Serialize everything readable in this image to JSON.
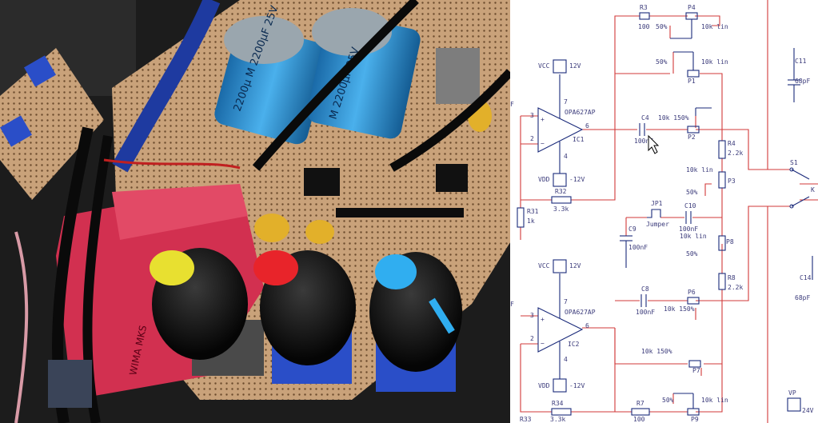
{
  "photo": {
    "capacitor_print_1": "2200µ M 2200µF 25V",
    "capacitor_print_2": "M 2200µF 25V",
    "film_cap_print": "WIMA MKS"
  },
  "schematic": {
    "opamp1": {
      "model": "OPA627AP",
      "ref": "IC1",
      "pin_in_plus": "3",
      "pin_in_minus": "2",
      "pin_out": "6",
      "pin_vcc": "7",
      "pin_vdd": "4"
    },
    "opamp2": {
      "model": "OPA627AP",
      "ref": "IC2",
      "pin_in_plus": "3",
      "pin_in_minus": "2",
      "pin_out": "6",
      "pin_vcc": "7",
      "pin_vdd": "4"
    },
    "vcc1": {
      "name": "VCC",
      "value": "12V"
    },
    "vdd1": {
      "name": "VDD",
      "value": "-12V"
    },
    "vcc2": {
      "name": "VCC",
      "value": "12V"
    },
    "vdd2": {
      "name": "VDD",
      "value": "-12V"
    },
    "vp": {
      "name": "VP",
      "value": "24V"
    },
    "r3": {
      "ref": "R3",
      "value": "100",
      "extra": "50%"
    },
    "p4": {
      "ref": "P4",
      "value": "10k lin"
    },
    "p1": {
      "ref": "P1",
      "value": "10k lin",
      "pct": "50%"
    },
    "c4": {
      "ref": "C4",
      "value": "100nF"
    },
    "p2": {
      "ref": "P2",
      "value": "10k 150%"
    },
    "r4": {
      "ref": "R4",
      "value": "2.2k"
    },
    "p3": {
      "ref": "P3",
      "value": "10k lin",
      "pct": "50%"
    },
    "r32": {
      "ref": "R32",
      "value": "3.3k"
    },
    "r31": {
      "ref": "R31",
      "value": "1k"
    },
    "jp1": {
      "ref": "JP1",
      "value": "Jumper"
    },
    "c10": {
      "ref": "C10",
      "value": "100nF"
    },
    "c9": {
      "ref": "C9",
      "value": "100nF"
    },
    "p8": {
      "ref": "P8",
      "value": "10k lin",
      "pct": "50%"
    },
    "r8": {
      "ref": "R8",
      "value": "2.2k"
    },
    "c8": {
      "ref": "C8",
      "value": "100nF"
    },
    "p6": {
      "ref": "P6",
      "value": "10k 150%"
    },
    "p7": {
      "ref": "P7",
      "value": "10k 150%"
    },
    "r34": {
      "ref": "R34",
      "value": "3.3k"
    },
    "r33": {
      "ref": "R33"
    },
    "r7": {
      "ref": "R7",
      "value": "100"
    },
    "p9": {
      "ref": "P9",
      "value": "10k lin",
      "pct": "50%"
    },
    "c11": {
      "ref": "C11",
      "value": "68pF"
    },
    "c14": {
      "ref": "C14",
      "value": "68pF"
    },
    "s1": {
      "ref": "S1"
    },
    "k": {
      "ref": "K"
    },
    "input_tag": "F"
  }
}
